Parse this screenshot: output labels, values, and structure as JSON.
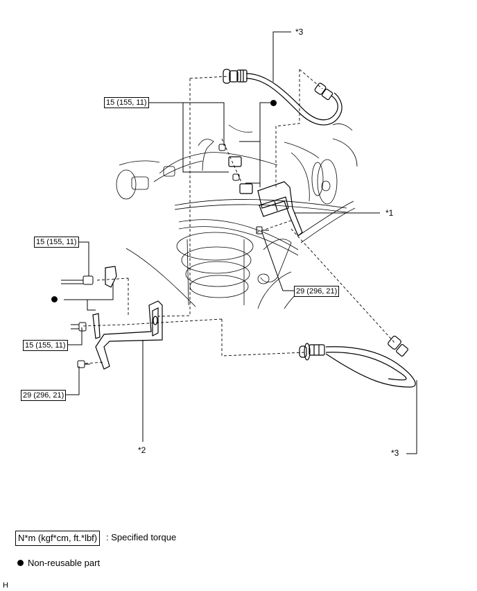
{
  "callouts": {
    "c3_top": "*3",
    "c1": "*1",
    "c2": "*2",
    "c3_bottom": "*3"
  },
  "torques": {
    "t_top": "15 (155, 11)",
    "t_left": "15 (155, 11)",
    "t_lower_left": "15 (155, 11)",
    "t_bolt_left": "29 (296, 21)",
    "t_bolt_right": "29 (296, 21)"
  },
  "legend": {
    "torque_unit": "N*m (kgf*cm, ft.*lbf)",
    "torque_desc": ": Specified torque",
    "nonreusable": "Non-reusable part"
  },
  "footer": {
    "code": "H"
  },
  "colors": {
    "line": "#000000",
    "background": "#ffffff"
  }
}
